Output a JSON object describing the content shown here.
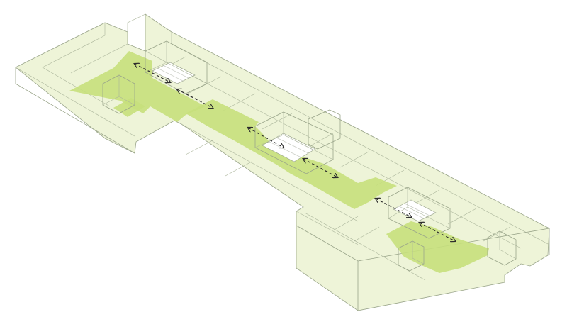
{
  "diagram": {
    "kind": "isometric-floor-plan",
    "colors": {
      "volume_fill": "#eef4d8",
      "volume_fill_dark": "#e3ecc3",
      "circulation_fill": "#c6e07c",
      "outline": "#9aa58a",
      "arrow": "#2c2c2c",
      "stair_fill": "#ffffff"
    },
    "elements": {
      "building": "building-volume",
      "circulation": "circulation-zone",
      "stairs": "stair-opening",
      "arrows": "bidirectional-arrow"
    }
  }
}
